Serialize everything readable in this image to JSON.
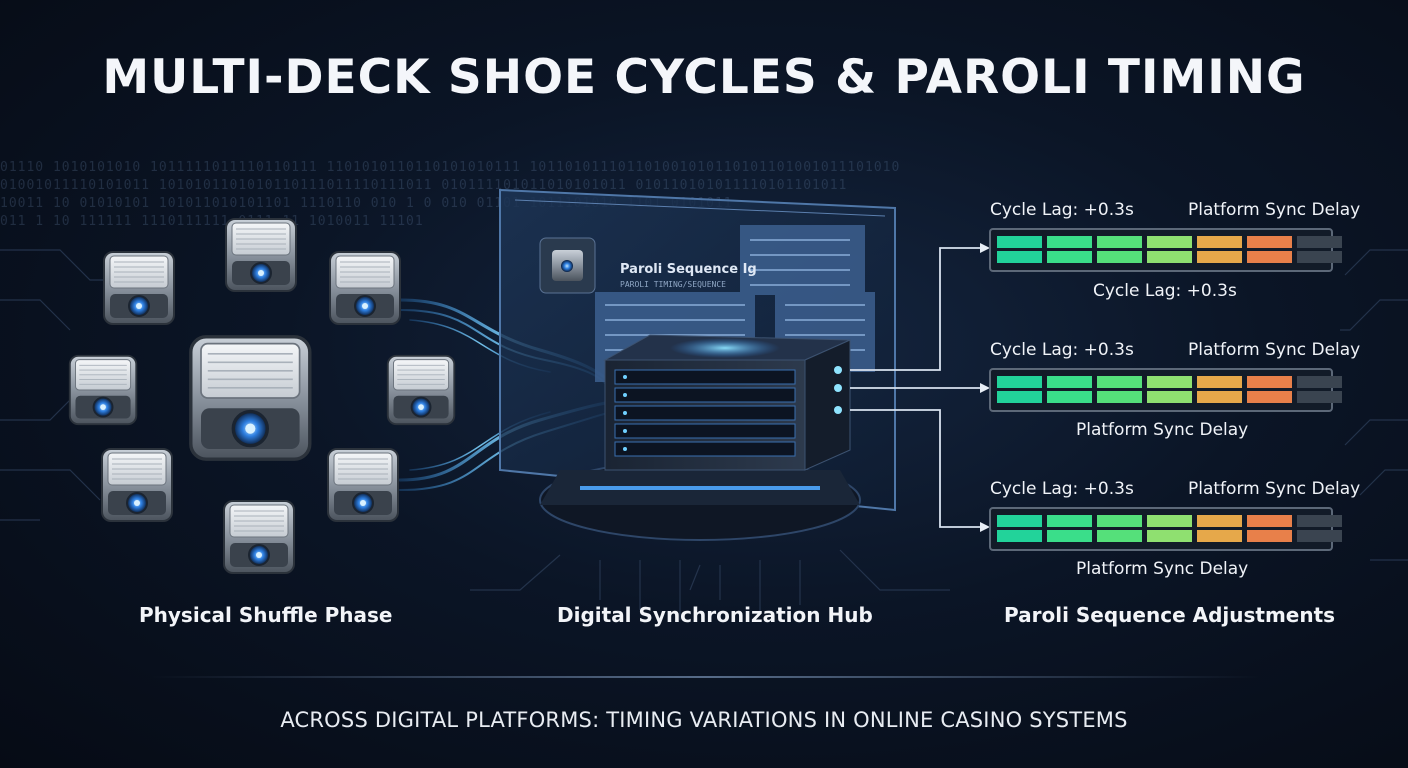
{
  "title": "MULTI-DECK SHOE CYCLES & PAROLI TIMING",
  "sections": {
    "left": "Physical Shuffle Phase",
    "center": "Digital Synchronization Hub",
    "right": "Paroli Sequence Adjustments"
  },
  "panel": {
    "title": "Paroli Sequence Ig",
    "subtitle": "PAROLI TIMING/SEQUENCE"
  },
  "binary_rows": [
    "01110 1010101010  1011111011110110111  1101010110110101010111  101101011101101001010110101101001011101010",
    "01001011110101011  1010101101010110111011110111011  010111101011010101011  010110101011110101101011",
    "10011 10 01010101  101011010101101 1110110 010 1 0 010   01101  1011101010  1101 0101011",
    "011 1  10 111111  1110111111    0111  11 1010011  11101"
  ],
  "meters": [
    {
      "lag_label": "Cycle Lag: +0.3s",
      "delay_label": "Platform Sync Delay",
      "below_label": "Cycle Lag: +0.3s"
    },
    {
      "lag_label": "Cycle Lag: +0.3s",
      "delay_label": "Platform Sync Delay",
      "below_label": "Platform Sync Delay"
    },
    {
      "lag_label": "Cycle Lag: +0.3s",
      "delay_label": "Platform Sync Delay",
      "below_label": "Platform Sync Delay"
    }
  ],
  "colors": {
    "accent": "#3aa0ff",
    "glow": "#6fd0ff",
    "meter_segments": [
      "#22d39a",
      "#3ade8a",
      "#55e07a",
      "#8fe070",
      "#e6a84a",
      "#e8804a",
      "#3a4450"
    ]
  },
  "icons": {
    "shoe": "card-shoe-icon",
    "server": "server-rack-icon"
  },
  "caption": "ACROSS DIGITAL PLATFORMS: TIMING VARIATIONS IN ONLINE CASINO SYSTEMS"
}
